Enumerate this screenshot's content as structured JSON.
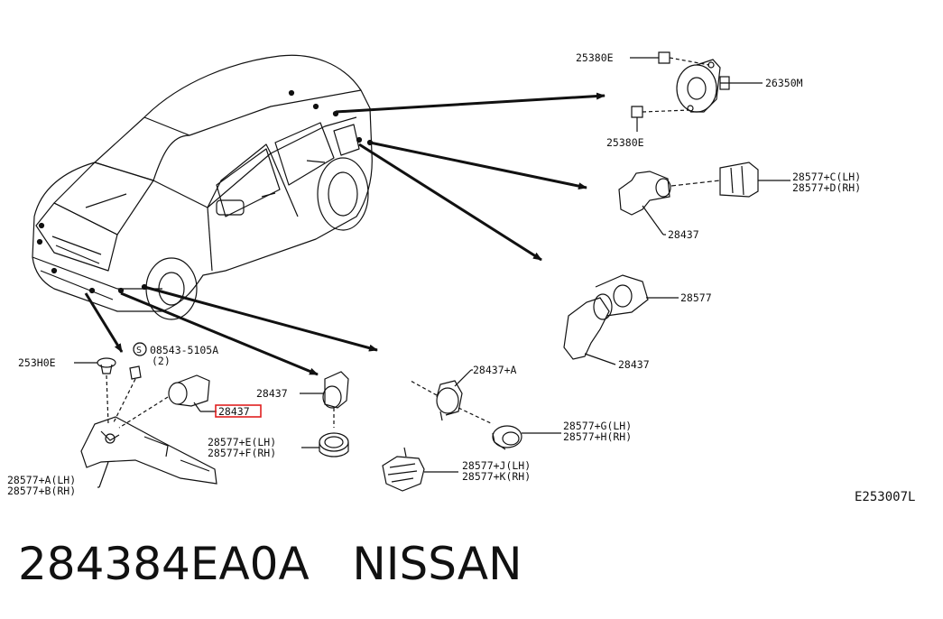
{
  "diagram": {
    "reference_code": "E253007L",
    "labels": {
      "l_25380E_top": "25380E",
      "l_26350M": "26350M",
      "l_25380E_bot": "25380E",
      "l_28577C": "28577+C(LH)",
      "l_28577D": "28577+D(RH)",
      "l_28437_a": "28437",
      "l_28577_mid": "28577",
      "l_28437_b": "28437",
      "l_253H0E": "253H0E",
      "l_08543": "08543-5105A",
      "l_qty2": "(2)",
      "l_28437_c": "28437",
      "l_28437_hl": "28437",
      "l_28437A": "28437+A",
      "l_28577E": "28577+E(LH)",
      "l_28577F": "28577+F(RH)",
      "l_28577G": "28577+G(LH)",
      "l_28577H": "28577+H(RH)",
      "l_28577J": "28577+J(LH)",
      "l_28577K": "28577+K(RH)",
      "l_28577A": "28577+A(LH)",
      "l_28577B": "28577+B(RH)"
    },
    "highlight_color": "#e02020"
  },
  "footer": {
    "part_number": "284384EA0A",
    "brand": "NISSAN"
  }
}
